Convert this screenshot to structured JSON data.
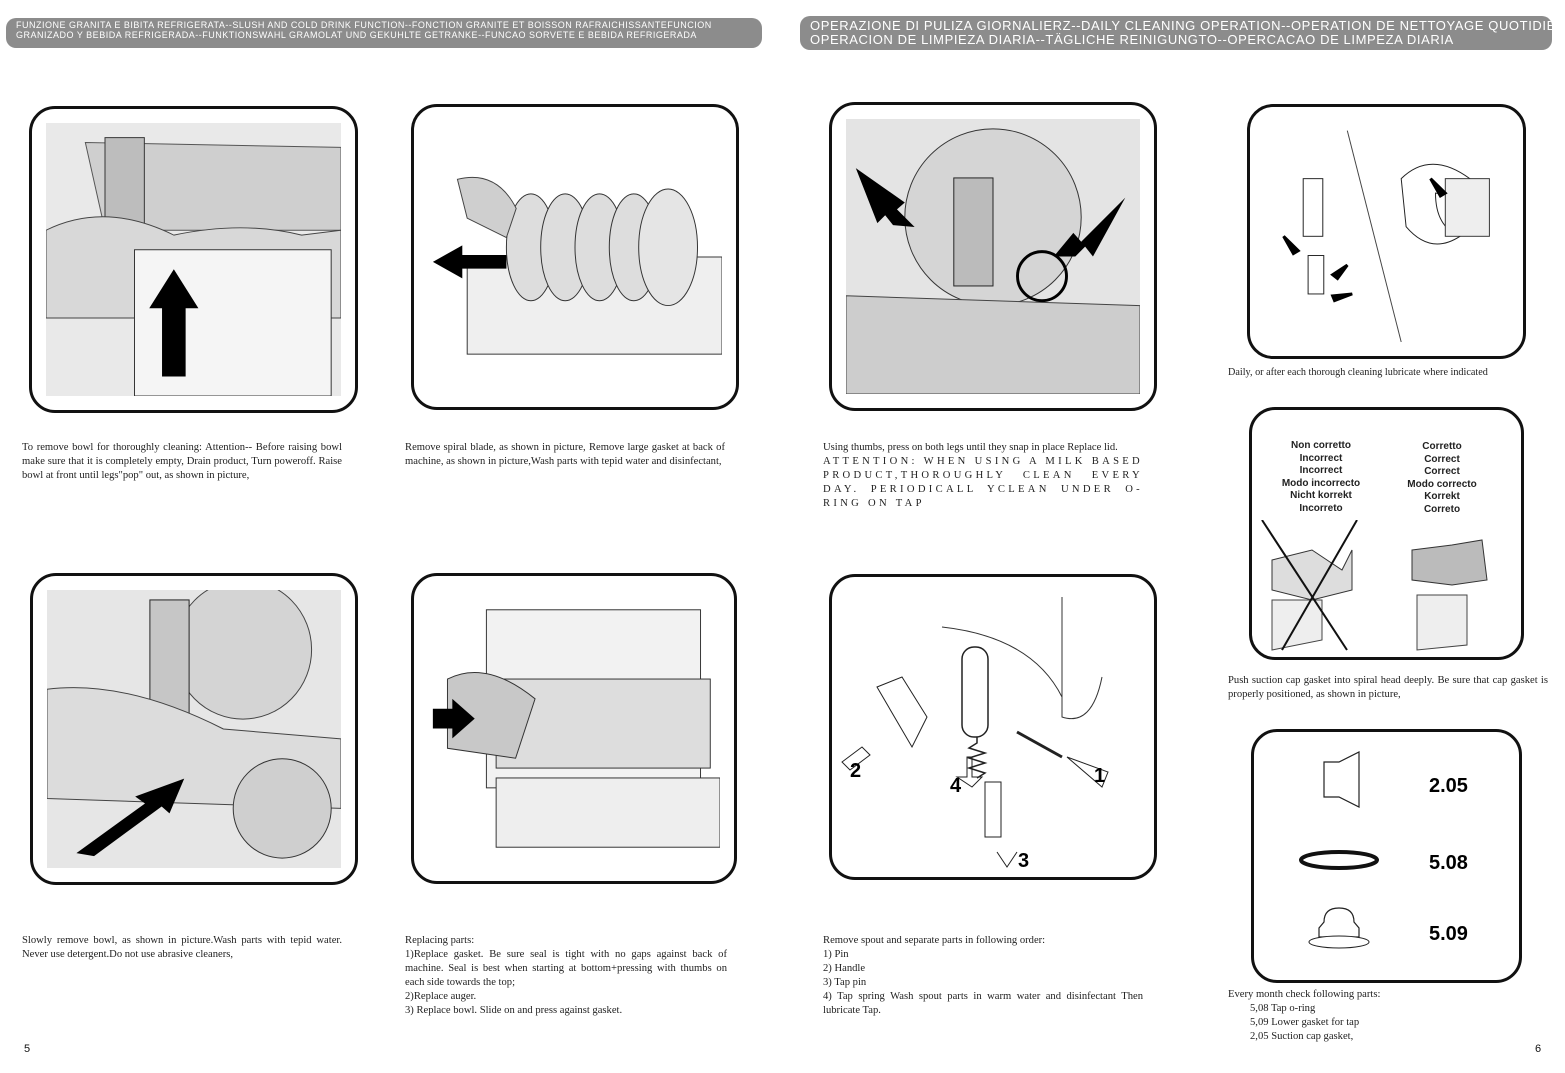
{
  "headers": {
    "left_line1": "FUNZIONE GRANITA E BIBITA REFRIGERATA--SLUSH AND COLD DRINK FUNCTION--FONCTION GRANITE ET BOISSON RAFRAICHISSANTEFUNCION",
    "left_line2": "GRANIZADO Y BEBIDA REFRIGERADA--FUNKTIONSWAHL GRAMOLAT UND GEKUHLTE GETRANKE--FUNCAO SORVETE E BEBIDA REFRIGERADA",
    "right_line1": "OPERAZIONE DI PULIZA GIORNALIERZ--DAILY CLEANING OPERATION--OPERATION DE NETTOYAGE QUOTIDIEN",
    "right_line2": "OPERACION DE LIMPIEZA DIARIA--TÄGLICHE REINIGUNGTO--OPERCACAO DE LIMPEZA DIARIA"
  },
  "captions": {
    "remove_bowl": "To remove bowl for thoroughly cleaning: Attention-- Before raising bowl make sure that it is completely empty, Drain product, Turn poweroff. Raise bowl at front until legs\"pop\" out, as shown in picture,",
    "spiral_blade": "Remove spiral blade, as shown in picture, Remove large gasket at back of machine, as shown in picture,Wash parts with tepid water and disinfectant,",
    "thumbs": "Using thumbs, press on both legs until they snap in place Replace lid.",
    "attention": "ATTENTION: WHEN USING A MILK BASED PRODUCT,THOROUGHLY CLEAN EVERY DAY. PERIODICALL YCLEAN UNDER O-RING ON TAP",
    "lubricate": "Daily, or after each thorough cleaning lubricate where indicated",
    "suction_cap": "Push suction cap gasket into spiral head deeply. Be sure that cap gasket is properly positioned, as shown in picture,",
    "slowly_remove": "Slowly remove bowl, as shown in picture.Wash parts with tepid water. Never use detergent.Do not use abrasive cleaners,",
    "replacing_title": "Replacing parts:",
    "replacing_1": "1)Replace gasket. Be sure seal is tight with no gaps against back of machine. Seal is best when starting at bottom+pressing with thumbs on each side towards the top;",
    "replacing_2": "2)Replace auger.",
    "replacing_3": "3) Replace bowl. Slide on and press against gasket.",
    "spout_title": "Remove spout and separate parts in following order:",
    "spout_1": "1) Pin",
    "spout_2": "2) Handle",
    "spout_3": "3) Tap pin",
    "spout_4": "4) Tap spring Wash spout parts in warm water and disinfectant Then lubricate Tap.",
    "month_title": "Every month check following parts:",
    "month_1": "5,08 Tap o-ring",
    "month_2": "5,09 Lower gasket for tap",
    "month_3": "2,05 Suction cap gasket,"
  },
  "correct_panel": {
    "incorrect": [
      "Non corretto",
      "Incorrect",
      "Incorrect",
      "Modo incorrecto",
      "Nicht korrekt",
      "Incorreto"
    ],
    "correct": [
      "Corretto",
      "Correct",
      "Correct",
      "Modo correcto",
      "Korrekt",
      "Correto"
    ]
  },
  "parts_panel": {
    "codes": [
      "2.05",
      "5.08",
      "5.09"
    ]
  },
  "spout_diagram": {
    "labels": [
      "1",
      "2",
      "3",
      "4"
    ]
  },
  "pages": {
    "left": "5",
    "right": "6"
  }
}
